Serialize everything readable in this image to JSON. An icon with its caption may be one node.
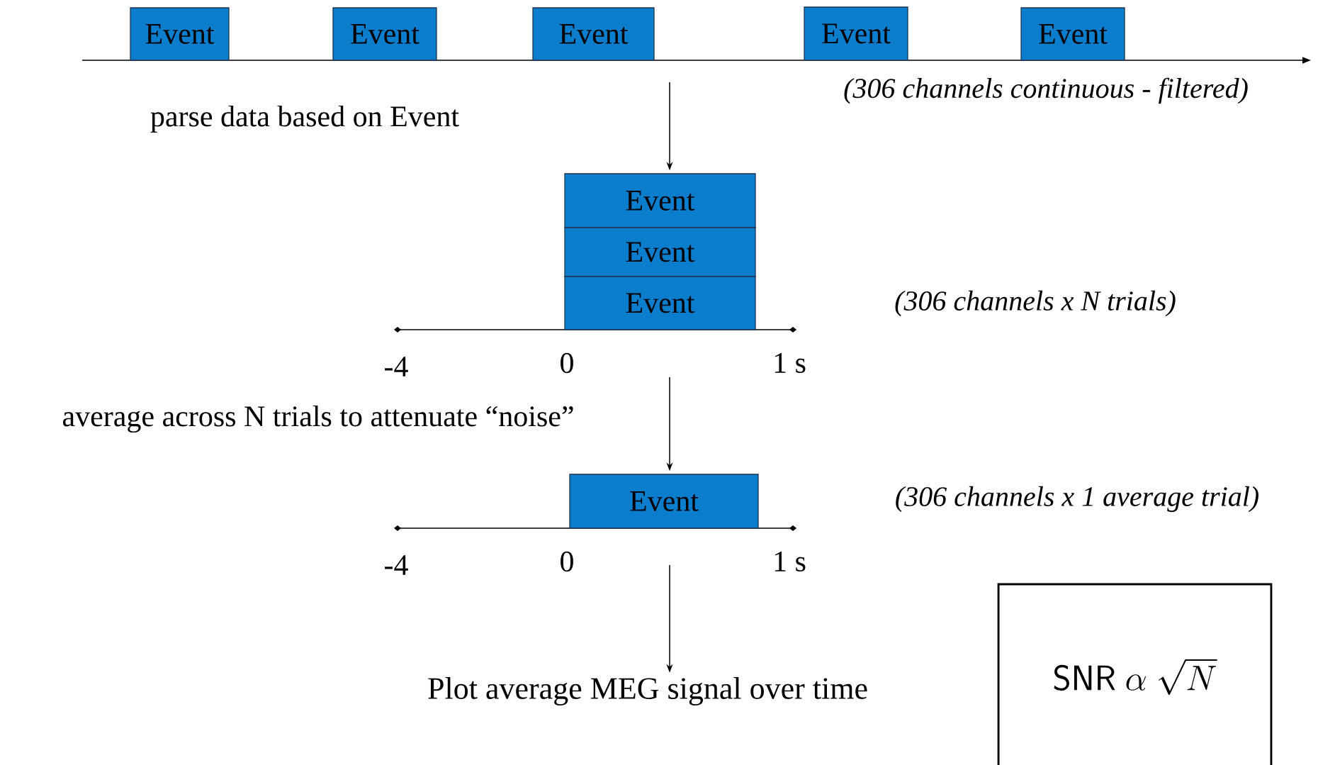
{
  "diagram": {
    "nodes": [
      {
        "text": [
          "Event"
        ]
      },
      {
        "text": [
          "Event"
        ]
      },
      {
        "text": [
          "Event"
        ]
      },
      {
        "text": [
          "Event"
        ]
      },
      {
        "text": [
          "Event"
        ]
      },
      {
        "text": [
          "Event"
        ]
      },
      {
        "text": [
          "Event"
        ]
      },
      {
        "text": [
          "Event"
        ]
      },
      {
        "text": [
          "Event"
        ]
      },
      {
        "text": [
          "Plot average MEG signal over time"
        ]
      },
      {
        "text": [
          "\\mathsf{SNR}\\ \\alpha\\ \\sqrt{N}"
        ]
      }
    ],
    "edges": [
      {
        "from": null,
        "to": 5,
        "arrow": "to"
      },
      {
        "from": null,
        "to": 8,
        "arrow": "to"
      },
      {
        "from": null,
        "to": 9,
        "arrow": "to"
      }
    ],
    "labels": [
      "(306 channels continuous - filtered)",
      "parse data based on Event",
      "(306 channels x N trials)",
      "-4",
      "0",
      "1 s",
      "average across N trials to attenuate “noise”",
      "(306 channels x 1 average trial)",
      "-4",
      "0",
      "1 s"
    ]
  }
}
